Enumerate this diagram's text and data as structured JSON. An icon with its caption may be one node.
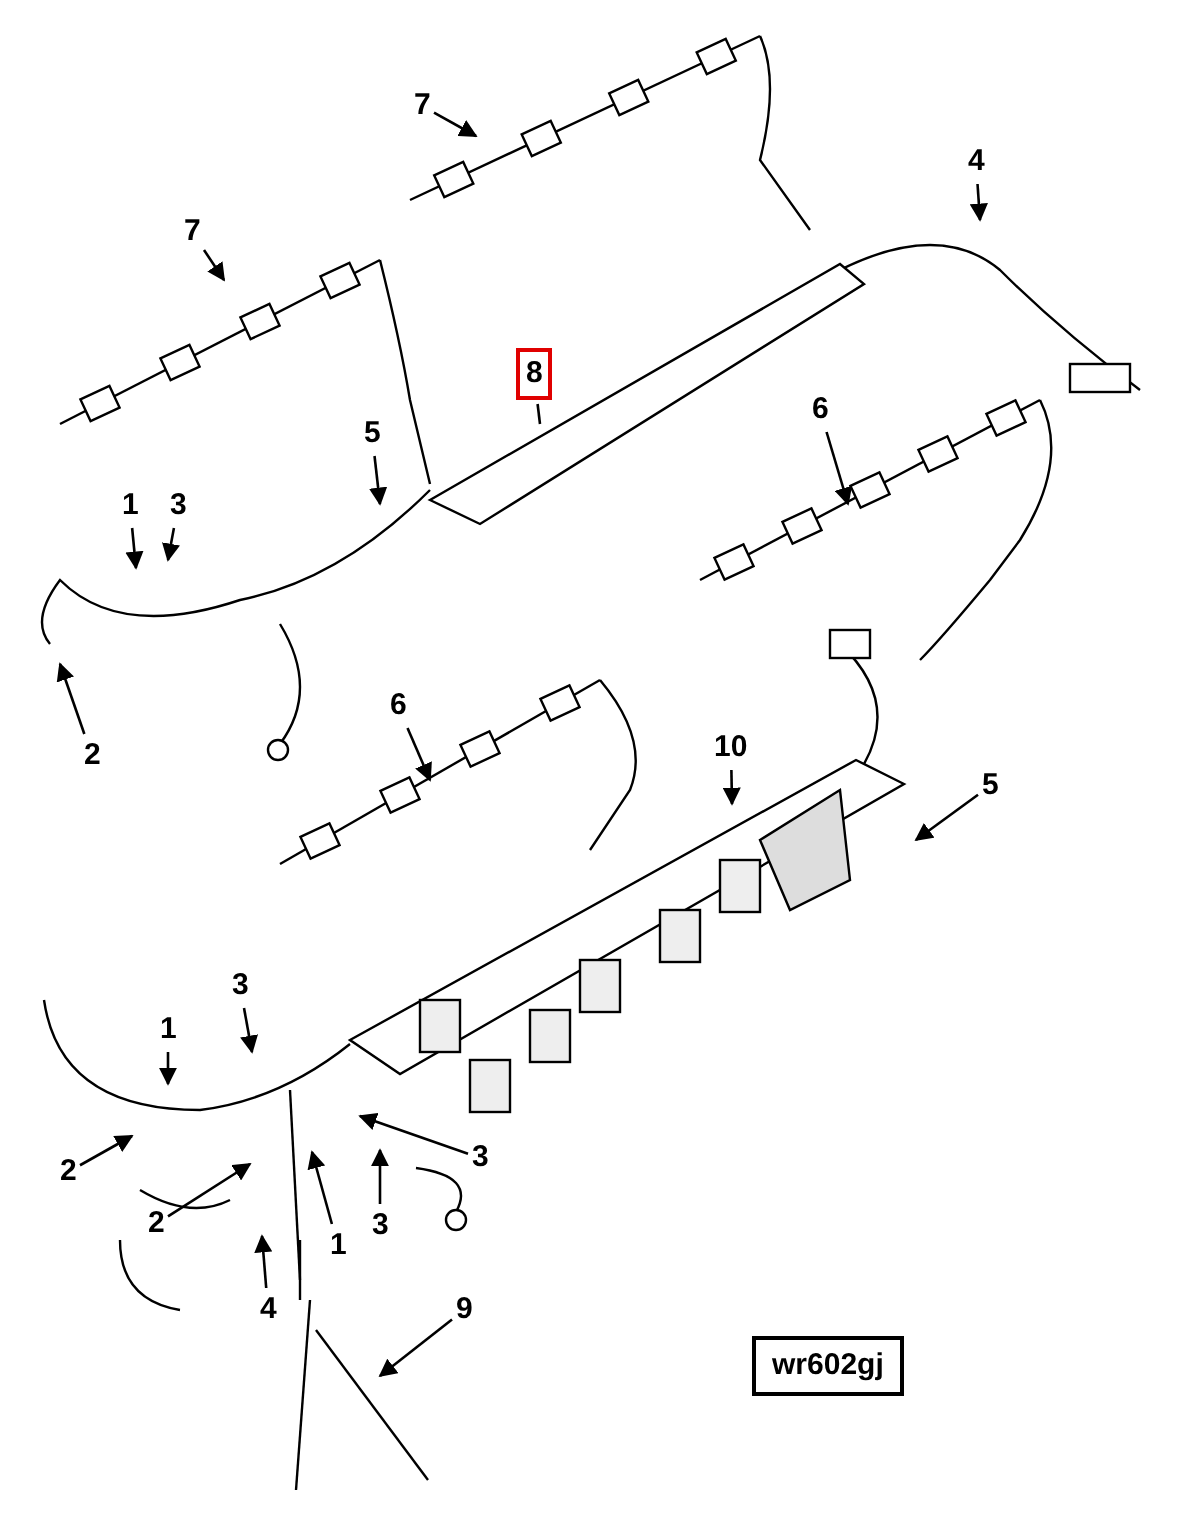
{
  "diagram": {
    "nodes": [
      {
        "text": [
          "7"
        ]
      },
      {
        "text": [
          "4"
        ]
      },
      {
        "text": [
          "7"
        ]
      },
      {
        "text": [
          "8"
        ]
      },
      {
        "text": [
          "5"
        ]
      },
      {
        "text": [
          "6"
        ]
      },
      {
        "text": [
          "1"
        ]
      },
      {
        "text": [
          "3"
        ]
      },
      {
        "text": [
          "2"
        ]
      },
      {
        "text": [
          "6"
        ]
      },
      {
        "text": [
          "10"
        ]
      },
      {
        "text": [
          "5"
        ]
      },
      {
        "text": [
          "3"
        ]
      },
      {
        "text": [
          "1"
        ]
      },
      {
        "text": [
          "3"
        ]
      },
      {
        "text": [
          "2"
        ]
      },
      {
        "text": [
          "2"
        ]
      },
      {
        "text": [
          "1"
        ]
      },
      {
        "text": [
          "3"
        ]
      },
      {
        "text": [
          "4"
        ]
      },
      {
        "text": [
          "9"
        ]
      },
      {
        "text": [
          "wr602gj"
        ]
      }
    ],
    "edges": [
      {
        "from": 0,
        "to": null,
        "arrow": "to"
      },
      {
        "from": 1,
        "to": null,
        "arrow": "to"
      },
      {
        "from": 2,
        "to": null,
        "arrow": "to"
      },
      {
        "from": 3,
        "to": null,
        "arrow": "none"
      },
      {
        "from": 4,
        "to": null,
        "arrow": "to"
      },
      {
        "from": 5,
        "to": null,
        "arrow": "to"
      },
      {
        "from": 6,
        "to": null,
        "arrow": "to"
      },
      {
        "from": 7,
        "to": null,
        "arrow": "to"
      },
      {
        "from": 8,
        "to": null,
        "arrow": "to"
      },
      {
        "from": 9,
        "to": null,
        "arrow": "to"
      },
      {
        "from": 10,
        "to": null,
        "arrow": "to"
      },
      {
        "from": 11,
        "to": null,
        "arrow": "to"
      },
      {
        "from": 12,
        "to": null,
        "arrow": "to"
      },
      {
        "from": 13,
        "to": null,
        "arrow": "to"
      },
      {
        "from": 14,
        "to": null,
        "arrow": "to"
      },
      {
        "from": 15,
        "to": null,
        "arrow": "to"
      },
      {
        "from": 16,
        "to": null,
        "arrow": "to"
      },
      {
        "from": 17,
        "to": null,
        "arrow": "to"
      },
      {
        "from": 18,
        "to": null,
        "arrow": "to"
      },
      {
        "from": 19,
        "to": null,
        "arrow": "to"
      },
      {
        "from": 20,
        "to": null,
        "arrow": "to"
      }
    ]
  }
}
